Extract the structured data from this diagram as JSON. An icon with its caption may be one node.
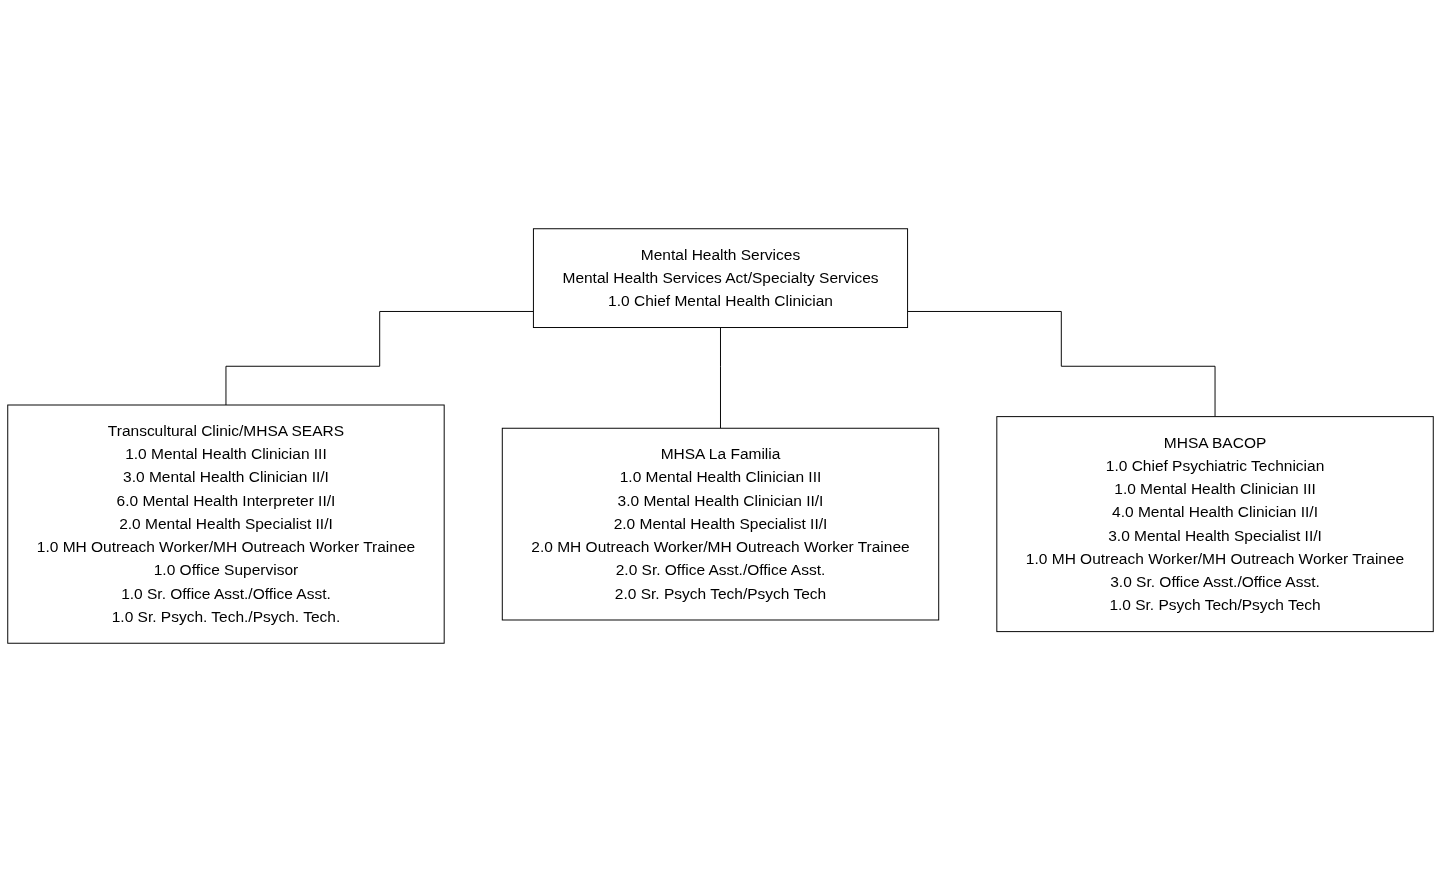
{
  "diagram": {
    "nodes": [
      {
        "text": [
          "Mental Health Services",
          "Mental Health Services Act/Specialty Services",
          "1.0  Chief Mental Health Clinician"
        ]
      },
      {
        "text": [
          "Transcultural Clinic/MHSA SEARS",
          "1.0  Mental Health Clinician III",
          "3.0  Mental Health Clinician II/I",
          "6.0  Mental Health Interpreter II/I",
          "2.0  Mental Health Specialist II/I",
          "1.0  MH Outreach Worker/MH Outreach Worker Trainee",
          "1.0  Office Supervisor",
          "1.0  Sr. Office Asst./Office Asst.",
          "1.0  Sr. Psych. Tech./Psych. Tech."
        ]
      },
      {
        "text": [
          "MHSA La Familia",
          "1.0  Mental Health Clinician III",
          "3.0  Mental Health Clinician II/I",
          "2.0  Mental Health Specialist II/I",
          "2.0  MH Outreach Worker/MH Outreach Worker Trainee",
          "2.0  Sr. Office Asst./Office Asst.",
          "2.0  Sr. Psych Tech/Psych Tech"
        ]
      },
      {
        "text": [
          "MHSA BACOP",
          "1.0  Chief Psychiatric Technician",
          "1.0  Mental Health Clinician III",
          "4.0  Mental Health Clinician II/I",
          "3.0  Mental Health Specialist II/I",
          "1.0  MH Outreach Worker/MH Outreach Worker Trainee",
          "3.0  Sr. Office Asst./Office Asst.",
          "1.0  Sr. Psych Tech/Psych Tech"
        ]
      }
    ],
    "edges": [
      {
        "from": 0,
        "to": 1,
        "arrow": "none"
      },
      {
        "from": 0,
        "to": 2,
        "arrow": "none"
      },
      {
        "from": 0,
        "to": 3,
        "arrow": "none"
      }
    ]
  }
}
